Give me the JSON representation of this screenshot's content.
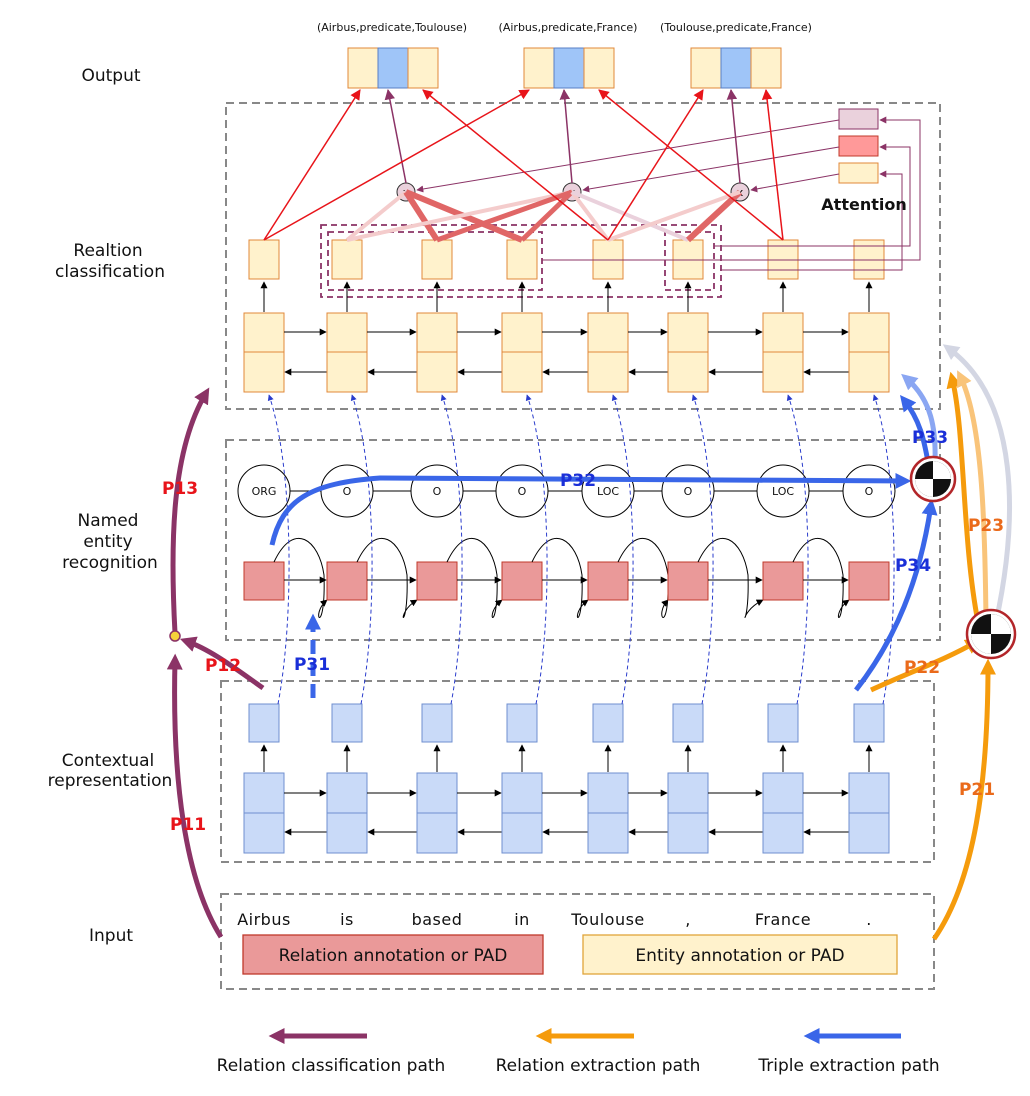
{
  "layers": {
    "output": "Output",
    "relation_classification": [
      "Realtion",
      "classification"
    ],
    "ner": [
      "Named",
      "entity",
      "recognition"
    ],
    "contextual": [
      "Contextual",
      "representation"
    ],
    "input": "Input"
  },
  "triples": [
    "(Airbus,predicate,Toulouse)",
    "(Airbus,predicate,France)",
    "(Toulouse,predicate,France)"
  ],
  "attention_label": "Attention",
  "tokens": [
    "Airbus",
    "is",
    "based",
    "in",
    "Toulouse",
    ",",
    "France",
    "."
  ],
  "ner_tags": [
    "ORG",
    "O",
    "O",
    "O",
    "LOC",
    "O",
    "LOC",
    "O"
  ],
  "annotations": {
    "relation": "Relation annotation or PAD",
    "entity": "Entity annotation or PAD"
  },
  "paths": {
    "p11": "P11",
    "p12": "P12",
    "p13": "P13",
    "p21": "P21",
    "p22": "P22",
    "p23": "P23",
    "p31": "P31",
    "p32": "P32",
    "p33": "P33",
    "p34": "P34"
  },
  "legend": [
    {
      "label": "Relation classification path",
      "color": "#8b3366"
    },
    {
      "label": "Relation extraction path",
      "color": "#f59b0c"
    },
    {
      "label": "Triple extraction path",
      "color": "#3a66e8"
    }
  ],
  "colors": {
    "relation": "#8b3366",
    "extraction": "#f59b0c",
    "triple": "#3a66e8",
    "cell_yellow": "#fff2cc",
    "cell_blue": "#c9daf8",
    "cell_red": "#ea9999",
    "out_mid": "#9fc5f8"
  }
}
